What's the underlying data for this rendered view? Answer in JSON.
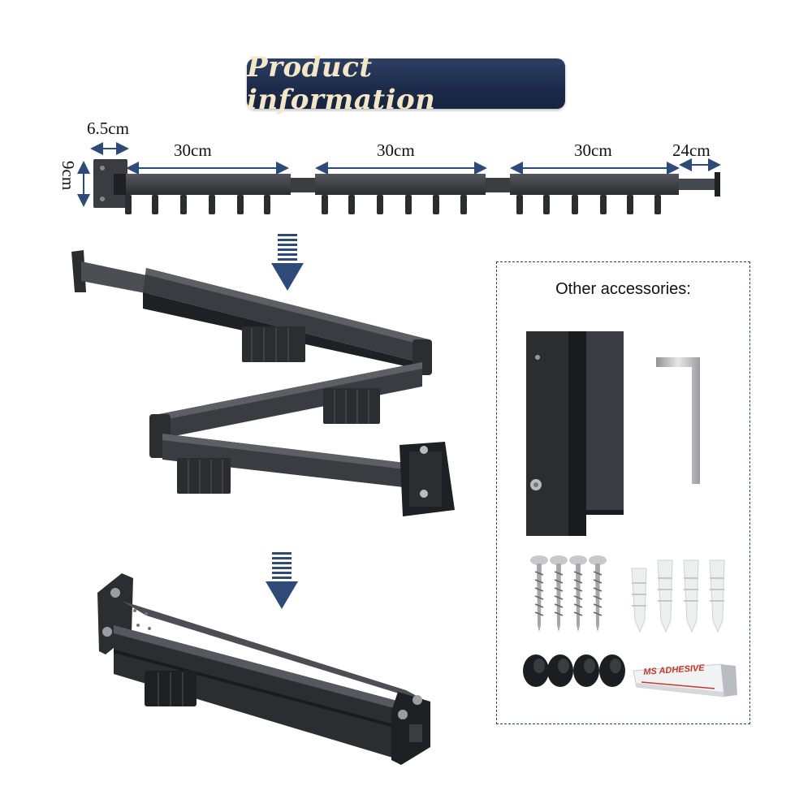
{
  "header": {
    "title": "Product information"
  },
  "dimensions": {
    "bracket_width": "6.5cm",
    "height": "9cm",
    "segment_1": "30cm",
    "segment_2": "30cm",
    "segment_3": "30cm",
    "end_piece": "24cm"
  },
  "accessories": {
    "title": "Other accessories:",
    "adhesive_label": "MS ADHESIVE"
  },
  "colors": {
    "banner": "#1f2e4e",
    "banner_text": "#f3e7c7",
    "arrow": "#2e4a78",
    "rack": "#2b2d31"
  }
}
